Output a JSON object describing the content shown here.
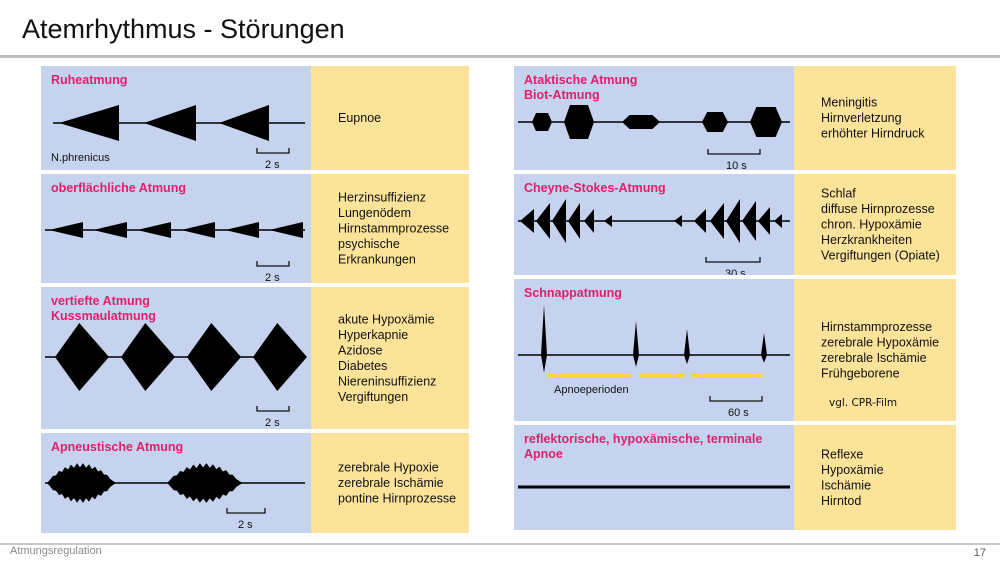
{
  "title": "Atemrhythmus - Störungen",
  "footer": {
    "left": "Atmungsregulation",
    "page": "17"
  },
  "left_panels": [
    {
      "title": [
        "Ruheatmung"
      ],
      "diagnoses": [
        "Eupnoe"
      ],
      "scale": "2 s",
      "annotation": "N.phrenicus"
    },
    {
      "title": [
        "oberflächliche Atmung"
      ],
      "diagnoses": [
        "Herzinsuffizienz",
        "Lungenödem",
        "Hirnstammprozesse",
        "psychische",
        "Erkrankungen"
      ],
      "scale": "2 s"
    },
    {
      "title": [
        "vertiefte Atmung",
        "Kussmaulatmung"
      ],
      "diagnoses": [
        "akute Hypoxämie",
        "Hyperkapnie",
        "Azidose",
        "Diabetes",
        "Niereninsuffizienz",
        "Vergiftungen"
      ],
      "scale": "2 s"
    },
    {
      "title": [
        "Apneustische Atmung"
      ],
      "diagnoses": [
        "zerebrale Hypoxie",
        "zerebrale Ischämie",
        "pontine Hirnprozesse"
      ],
      "scale": "2 s"
    }
  ],
  "right_panels": [
    {
      "title": [
        "Ataktische Atmung",
        "Biot-Atmung"
      ],
      "diagnoses": [
        "Meningitis",
        "Hirnverletzung",
        "erhöhter Hirndruck"
      ],
      "scale": "10 s"
    },
    {
      "title": [
        "Cheyne-Stokes-Atmung"
      ],
      "diagnoses": [
        "Schlaf",
        "diffuse Hirnprozesse",
        "chron. Hypoxämie",
        "Herzkrankheiten",
        "Vergiftungen (Opiate)"
      ],
      "scale": "30 s"
    },
    {
      "title": [
        "Schnappatmung"
      ],
      "diagnoses": [
        "Hirnstammprozesse",
        "zerebrale Hypoxämie",
        "zerebrale Ischämie",
        "Frühgeborene"
      ],
      "scale": "60 s",
      "annotation": "Apnoeperioden"
    },
    {
      "title": [
        "reflektorische, hypoxämische, terminale",
        "Apnoe"
      ],
      "diagnoses": [
        "Reflexe",
        "Hypoxämie",
        "Ischämie",
        "Hirntod"
      ]
    }
  ],
  "note": "vgl. CPR-Film",
  "colors": {
    "trace_bg": "#c5d3ee",
    "diag_bg": "#fbe39a",
    "title": "#e0206a",
    "apnoe_bar": "#f2dc2a"
  }
}
